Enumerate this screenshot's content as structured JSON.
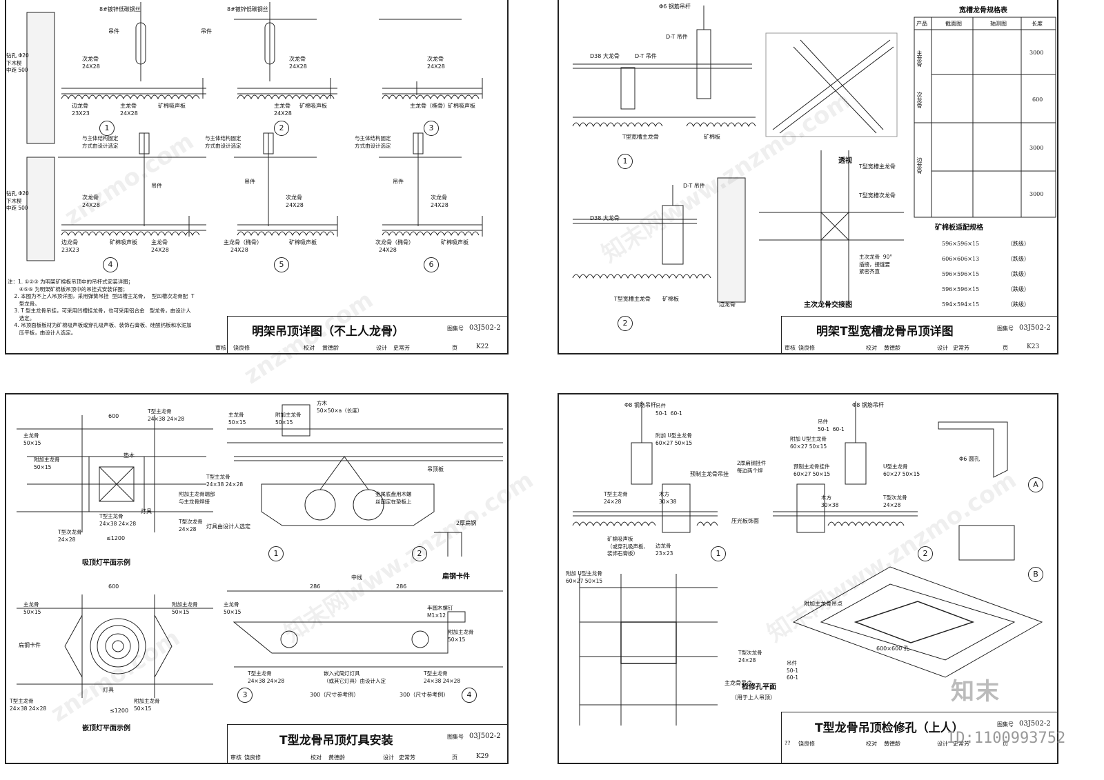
{
  "sheets": [
    {
      "title": "明架吊顶详图（不上人龙骨）",
      "code_label": "图集号",
      "code": "03J502-2",
      "page_label": "页",
      "page": "K22",
      "sign": {
        "review_label": "审核",
        "reviewer": "饶良修",
        "check_label": "校对",
        "checker": "黄德龄",
        "design_label": "设计",
        "designer": "史常芳"
      },
      "labels": {
        "rod_a": "8#镀锌低碳钢丝",
        "rod_b": "8#镀锌低碳钢丝",
        "hanger": "吊件",
        "hanger2": "吊件",
        "secondary": "次龙骨",
        "size_2428": "24X28",
        "edge_keel": "边龙骨",
        "size_2323": "23X23",
        "main_keel": "主龙骨",
        "mineral": "矿棉吸声板",
        "bolt_note": "钻孔 Φ20\n下木楔\n中距 500",
        "struct_fix": "与主体结构固定\n方式由设计选定",
        "keel_tsec": "主龙骨（椭骨）",
        "secondary_tsec": "次龙骨（椭骨）"
      },
      "notes": "注：1. ①②③ 为明架矿棉板吊顶中的吊杆式安装详图；\n       ④⑤⑥ 为明架矿棉板吊顶中的吊挂式安装详图；\n    2. 本图为不上人吊顶详图，采用弹簧吊挂  型凹槽主龙骨，  型凹槽次龙骨配  T\n       型龙骨。\n    3. T 型主龙骨吊挂，可采用凹槽挂龙骨，也可采用铝合金   型龙骨，由设计人\n       选定。\n    4. 吊顶面板板材为矿棉吸声板或穿孔吸声板、装饰石膏板、硅酸钙板和水泥加\n       压平板，由设计人选定。",
      "details": [
        "1",
        "2",
        "3",
        "4",
        "5",
        "6"
      ]
    },
    {
      "title": "明架T型宽槽龙骨吊顶详图",
      "code_label": "图集号",
      "code": "03J502-2",
      "page_label": "页",
      "page": "K23",
      "sign": {
        "review_label": "审核",
        "reviewer": "饶良修",
        "check_label": "校对",
        "checker": "黄德龄",
        "design_label": "设计",
        "designer": "史常芳"
      },
      "labels": {
        "rod": "Φ6 钢筋吊杆",
        "dt_hanger": "D-T 吊件",
        "d38": "D38 大龙骨",
        "dt": "D-T 吊件",
        "t_main": "T型宽槽主龙骨",
        "mineral": "矿棉板",
        "perspective": "透视",
        "t_main2": "T型宽槽主龙骨",
        "t_sec": "T型宽槽次龙骨",
        "intersection_note": "主次龙骨  90°\n插接，接缝要\n紧密齐直",
        "intersection_title": "主次龙骨交接图",
        "edge_keel": "边龙骨",
        "spec_title": "宽槽龙骨规格表",
        "col_product": "产品",
        "col_section": "截面图",
        "col_axon": "轴测图",
        "col_length": "长度",
        "row_main": "主龙骨",
        "row_sec": "次龙骨",
        "row_edge": "边龙骨",
        "len1": "3000",
        "len2": "600",
        "len3": "3000",
        "len4": "3000",
        "board_title": "矿棉板适配规格",
        "boards": [
          {
            "size": "596×596×15",
            "type": "（跌级）"
          },
          {
            "size": "606×606×13",
            "type": "（跌级）"
          },
          {
            "size": "596×596×15",
            "type": "（跌级）"
          },
          {
            "size": "596×596×15",
            "type": "（跌级）"
          },
          {
            "size": "594×594×15",
            "type": "（跌级）"
          }
        ]
      }
    },
    {
      "title": "T型龙骨吊顶灯具安装",
      "code_label": "图集号",
      "code": "03J502-2",
      "page_label": "页",
      "page": "K29",
      "sign": {
        "review_label": "审核",
        "reviewer": "饶良修",
        "check_label": "校对",
        "checker": "黄德龄",
        "design_label": "设计",
        "designer": "史常芳"
      },
      "labels": {
        "ceiling_light_plan": "吸顶灯平面示例",
        "recessed_plan": "嵌顶灯平面示例",
        "main_5015": "主龙骨\n50×15",
        "t_main": "T型主龙骨\n24×38 24×28",
        "add_main": "附加主龙骨\n50×15",
        "add_main_note": "附加主龙骨端部\n与主龙骨焊接",
        "t_sec": "T型次龙骨\n24×28",
        "lamp": "灯具",
        "wood": "垫木",
        "flat_clip": "扁钢卡件",
        "wood_block": "方木\n50×50×a（长度）",
        "metal_hook": "金属底盘用木螺\n丝固定在垫板上",
        "lamp_design": "灯具由设计人选定",
        "mineral": "吊顶板",
        "steel2": "2厚扁钢",
        "recessed_lamp": "嵌入式筒灯灯具\n（或其它灯具）由设计人定",
        "round_screw": "半圆木螺钉\nM1×12",
        "flat_clip_label": "扁钢卡件",
        "dim_600": "600",
        "dim_1200": "≤1200",
        "dim_286": "286",
        "dim_300": "300（尺寸参考例）",
        "center": "中线"
      }
    },
    {
      "title": "T型龙骨吊顶检修孔（上人）",
      "code_label": "图集号",
      "code": "03J502-2",
      "page_label": "页",
      "page": "",
      "sign": {
        "review_label": "??",
        "reviewer": "饶良修",
        "check_label": "校对",
        "checker": "黄德龄",
        "design_label": "设计",
        "designer": "史常芳"
      },
      "labels": {
        "rod8": "Φ8 钢筋吊杆",
        "hanger": "吊件\n50-1  60-1",
        "u_main": "附加 U型主龙骨\n60×27 50×15",
        "pre_main": "预制主龙骨吊挂",
        "t_main": "T型主龙骨\n24×28",
        "wood_3038": "木方\n30×38",
        "mineral": "矿棉吸声板\n（或穿孔吸声板、\n装饰石膏板）",
        "edge_2323": "边龙骨\n23×23",
        "hinge": "2厚扁钢挂件\n每边两个焊",
        "prefab_keel": "预制主龙骨挂件\n60×27 50×15",
        "u_main2": "U型主龙骨\n60×27 50×15",
        "t_sec": "T型次龙骨\n24×28",
        "pressure_board": "压光板饰面",
        "plan_title": "检修孔平面",
        "plan_sub": "（用于上人吊顶）",
        "opening": "600×600 孔",
        "round6": "Φ6 圆孔",
        "main_hanger": "主龙骨吊点",
        "tsec_2428": "T型次龙骨\n24×28",
        "add_hang": "附加主龙骨吊点",
        "hanger_5060": "吊件\n50-1\n60-1"
      }
    }
  ],
  "watermark": "znzmo.com",
  "watermark_cn": "知末网www.znzmo.com",
  "brand": "知末",
  "id_tag": "ID:1100993752"
}
